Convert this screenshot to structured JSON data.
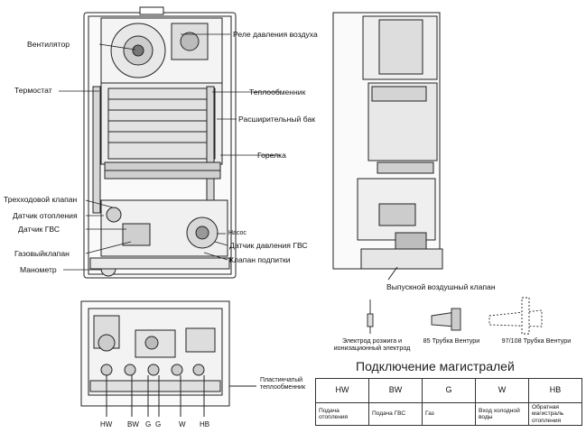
{
  "labels": {
    "ventilator": "Вентилятор",
    "termostat": "Термостат",
    "three_way_valve": "Трехходовой клапан",
    "heating_sensor": "Датчик отопления",
    "dhw_sensor": "Датчик ГВС",
    "gas_valve": "Газовыйклапан",
    "manometer": "Манометр",
    "air_pressure_relay": "Реле давления воздуха",
    "heat_exchanger": "Теплообменник",
    "expansion_tank": "Расширительный бак",
    "burner": "Горелка",
    "pump": "Насос",
    "dhw_pressure_sensor": "Датчик давления ГВС",
    "fill_valve": "Клапан подпитки",
    "air_release_valve": "Выпускной воздушный клапан",
    "plate_exchanger": "Пластинчатый теплообменник"
  },
  "accessories": [
    {
      "caption": "Электрод розжига и ионизационный электрод"
    },
    {
      "caption": "85 Трубка Вентури"
    },
    {
      "caption": "97/108 Трубка Вентури"
    }
  ],
  "bottom_tags": [
    "HW",
    "BW",
    "G",
    "G",
    "W",
    "HB"
  ],
  "connections": {
    "title": "Подключение магистралей",
    "codes": [
      "HW",
      "BW",
      "G",
      "W",
      "HB"
    ],
    "descriptions": [
      "Подача отопления",
      "Подача ГВС",
      "Газ",
      "Вход холодной воды",
      "Обратная магистраль отопления"
    ]
  }
}
